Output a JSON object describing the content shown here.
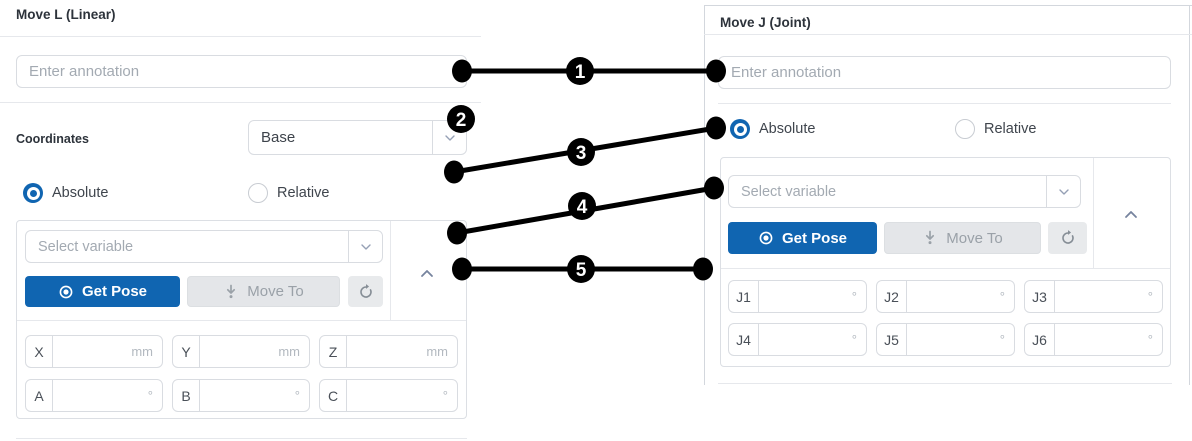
{
  "colors": {
    "primary": "#1065b1",
    "connector": "#000000",
    "input_border": "#d9dce1",
    "divider": "#e6e8ec",
    "disabled_bg": "#e4e6e9",
    "disabled_text": "#9aa1a8",
    "placeholder_text": "#a3aab2"
  },
  "icons": {
    "get_pose": "target-icon",
    "move_to": "arrow-down-to-point-icon",
    "refresh": "refresh-icon",
    "collapse": "chevron-up-icon",
    "dropdown": "chevron-down-icon"
  },
  "panels": {
    "move_l": {
      "title": "Move L (Linear)",
      "annotation_placeholder": "Enter annotation",
      "coordinates_label": "Coordinates",
      "coordinates_value": "Base",
      "absolute_label": "Absolute",
      "relative_label": "Relative",
      "absolute_selected": true,
      "variable_placeholder": "Select variable",
      "get_pose_label": "Get Pose",
      "move_to_label": "Move To",
      "fields": [
        {
          "label": "X",
          "unit": "mm",
          "value": ""
        },
        {
          "label": "Y",
          "unit": "mm",
          "value": ""
        },
        {
          "label": "Z",
          "unit": "mm",
          "value": ""
        },
        {
          "label": "A",
          "unit": "°",
          "value": ""
        },
        {
          "label": "B",
          "unit": "°",
          "value": ""
        },
        {
          "label": "C",
          "unit": "°",
          "value": ""
        }
      ]
    },
    "move_j": {
      "title": "Move J (Joint)",
      "annotation_placeholder": "Enter annotation",
      "absolute_label": "Absolute",
      "relative_label": "Relative",
      "absolute_selected": true,
      "variable_placeholder": "Select variable",
      "get_pose_label": "Get Pose",
      "move_to_label": "Move To",
      "fields": [
        {
          "label": "J1",
          "unit": "°",
          "value": ""
        },
        {
          "label": "J2",
          "unit": "°",
          "value": ""
        },
        {
          "label": "J3",
          "unit": "°",
          "value": ""
        },
        {
          "label": "J4",
          "unit": "°",
          "value": ""
        },
        {
          "label": "J5",
          "unit": "°",
          "value": ""
        },
        {
          "label": "J6",
          "unit": "°",
          "value": ""
        }
      ]
    }
  },
  "callouts": [
    {
      "number": "1",
      "badge": [
        580,
        71
      ],
      "line": [
        462,
        71,
        716,
        71
      ]
    },
    {
      "number": "2",
      "badge": [
        461,
        119
      ]
    },
    {
      "number": "3",
      "badge": [
        581,
        152
      ],
      "line": [
        454,
        172,
        716,
        128
      ]
    },
    {
      "number": "4",
      "badge": [
        582,
        206
      ],
      "line": [
        457,
        233,
        714,
        188
      ]
    },
    {
      "number": "5",
      "badge": [
        581,
        269
      ],
      "line": [
        462,
        269,
        703,
        269
      ]
    }
  ]
}
